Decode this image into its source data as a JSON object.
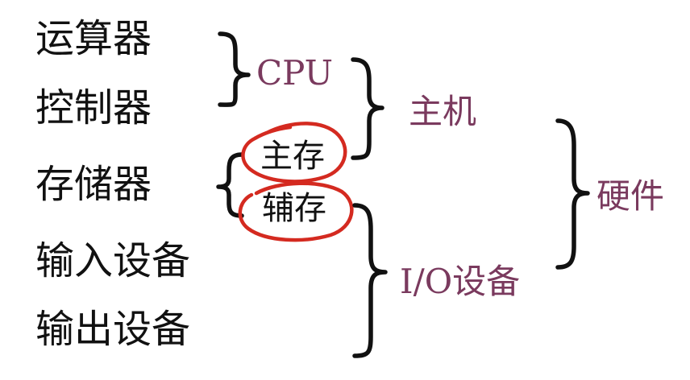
{
  "components": [
    {
      "label": "运算器"
    },
    {
      "label": "控制器"
    },
    {
      "label": "存储器"
    },
    {
      "label": "输入设备"
    },
    {
      "label": "输出设备"
    }
  ],
  "memory_types": {
    "main": "主存",
    "auxiliary": "辅存"
  },
  "groups": {
    "cpu": "CPU",
    "host": "主机",
    "io": "I/O设备",
    "hardware": "硬件"
  },
  "colors": {
    "text": "#111111",
    "group_label": "#7a3a5e",
    "circle": "#d42a20",
    "brace": "#111111",
    "background": "#ffffff"
  }
}
